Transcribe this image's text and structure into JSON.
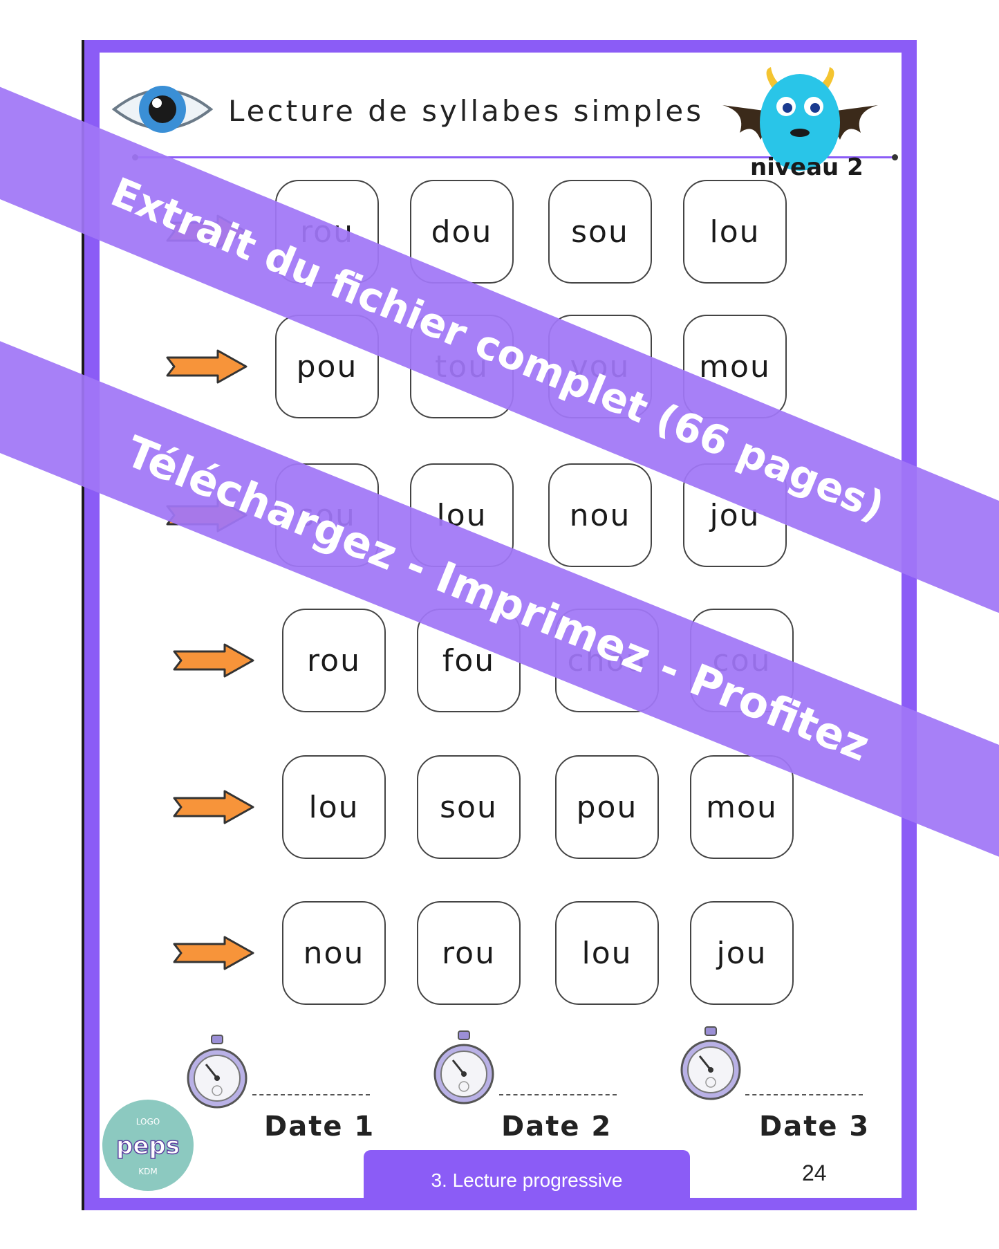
{
  "header": {
    "title": "Lecture de syllabes simples",
    "level": "niveau 2"
  },
  "rows": [
    [
      "rou",
      "dou",
      "sou",
      "lou"
    ],
    [
      "pou",
      "tou",
      "vou",
      "mou"
    ],
    [
      "sou",
      "lou",
      "nou",
      "jou"
    ],
    [
      "rou",
      "fou",
      "chou",
      "cou"
    ],
    [
      "lou",
      "sou",
      "pou",
      "mou"
    ],
    [
      "nou",
      "rou",
      "lou",
      "jou"
    ]
  ],
  "dates": [
    "Date 1",
    "Date 2",
    "Date 3"
  ],
  "footer": {
    "section": "3. Lecture progressive",
    "page_number": "24"
  },
  "watermark": {
    "line1": "Extrait du fichier complet (66 pages)",
    "line2": "Téléchargez - Imprimez - Profitez"
  },
  "colors": {
    "frame": "#8b5cf6",
    "arrow": "#f7943a",
    "banner": "#a076f6"
  },
  "icons": {
    "eye": "eye-icon",
    "monster": "monster-icon",
    "arrow": "arrow-right-icon",
    "timer": "stopwatch-icon",
    "logo": "peps-logo"
  }
}
